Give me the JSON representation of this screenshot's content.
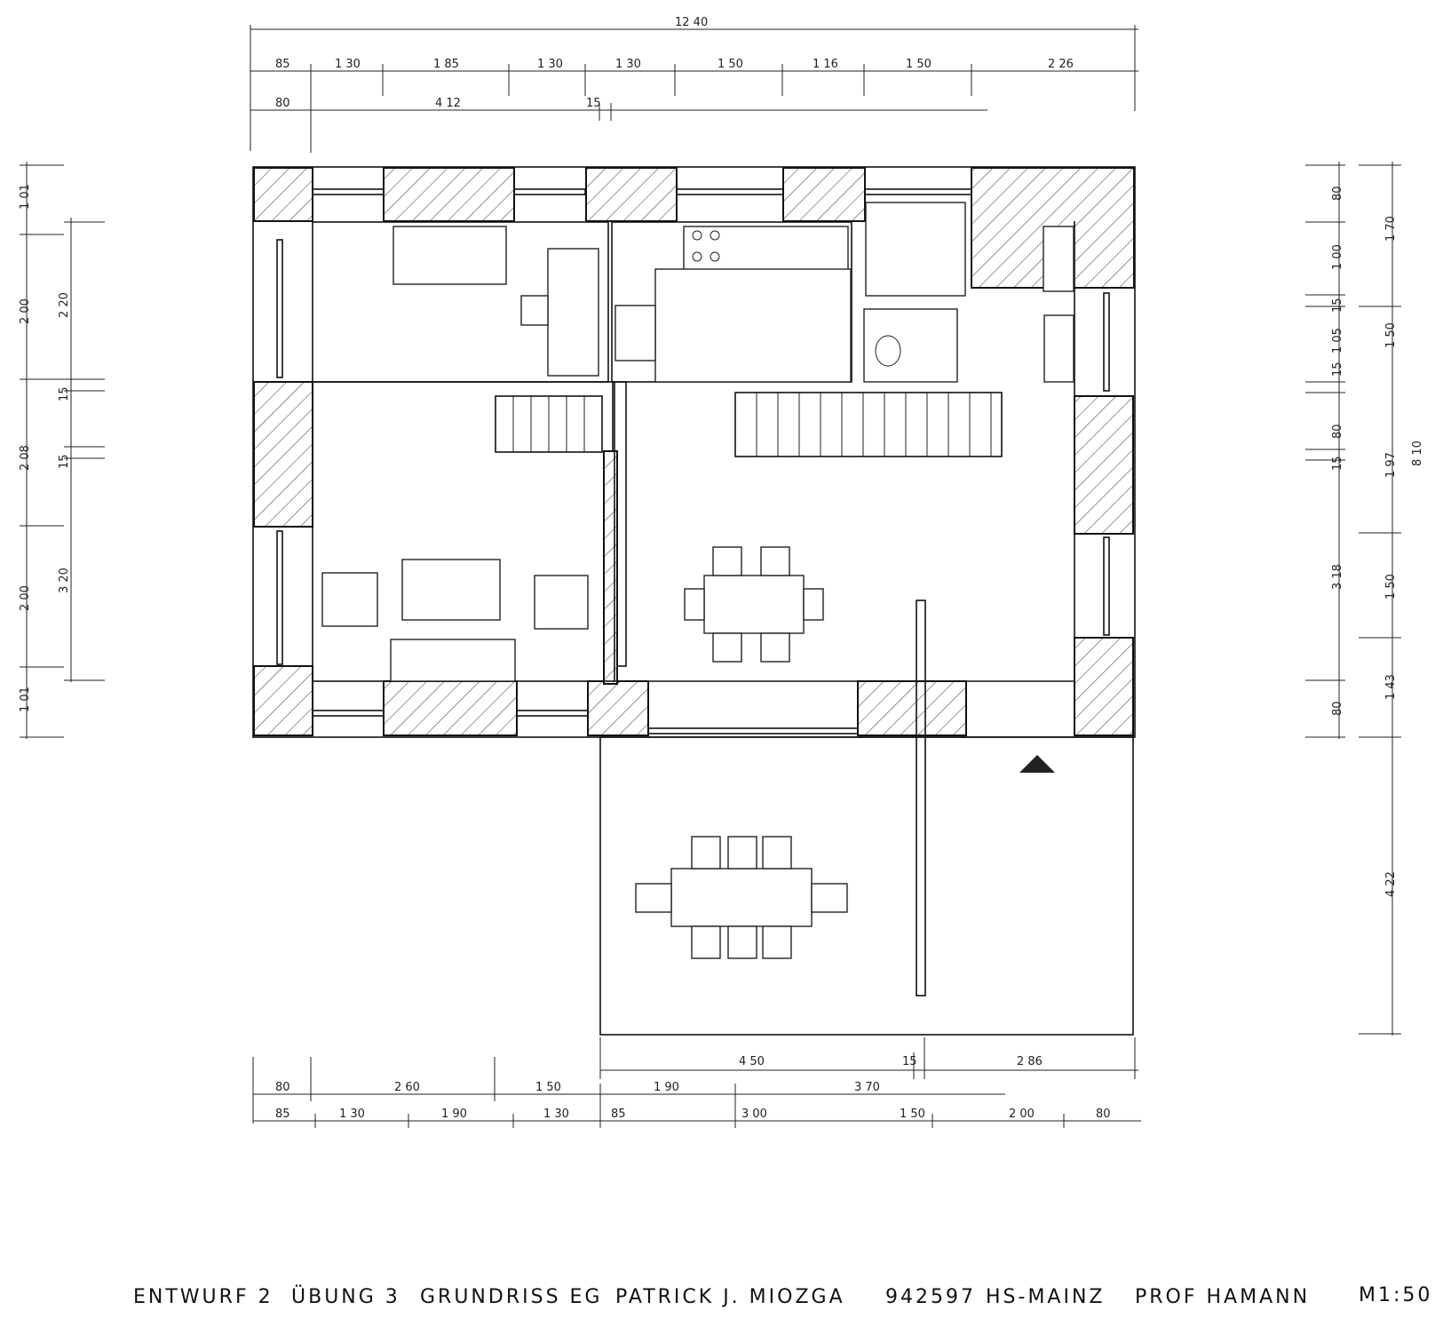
{
  "plan": {
    "dims_top_total": "12 40",
    "dims_top_row1": [
      "85",
      "1 30",
      "1 85",
      "1 30",
      "1 30",
      "1 50",
      "1 16",
      "1 50",
      "2 26"
    ],
    "dims_top_row2": [
      "80",
      "4 12",
      "15"
    ],
    "dims_left_outer": [
      "1 01",
      "2 00",
      "2 08",
      "2 00",
      "1 01"
    ],
    "dims_left_inner": [
      "2 20",
      "15",
      "15",
      "3 20"
    ],
    "dims_right_inner": [
      "80",
      "1 00",
      "15",
      "1 05",
      "15",
      "80",
      "15",
      "3 18",
      "80"
    ],
    "dims_right_middle": [
      "1 70",
      "1 50",
      "1 97",
      "1 50",
      "1 43"
    ],
    "dims_right_outer": [
      "8 10",
      "4 22"
    ],
    "dims_bottom_row0": [
      "4 50",
      "15",
      "2 86"
    ],
    "dims_bottom_row1": [
      "80",
      "2 60",
      "1 50",
      "1 90",
      "3 70"
    ],
    "dims_bottom_row2": [
      "85",
      "1 30",
      "1 90",
      "1 30",
      "85",
      "3 00",
      "1 50",
      "2 00",
      "80"
    ]
  },
  "title_block": {
    "project": "ENTWURF 2",
    "exercise": "ÜBUNG 3",
    "drawing": "GRUNDRISS EG",
    "author": "PATRICK J. MIOZGA",
    "student_id": "942597",
    "school": "HS-MAINZ",
    "professor": "PROF HAMANN",
    "scale": "M1:50"
  }
}
